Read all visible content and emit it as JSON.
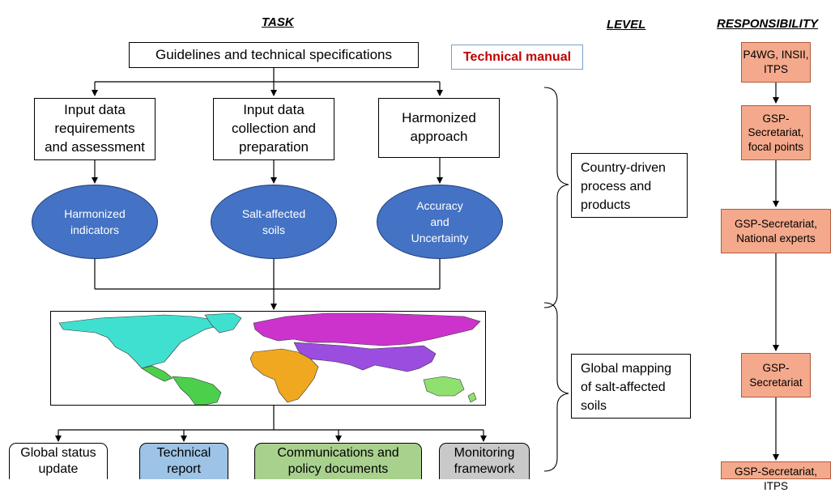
{
  "headers": {
    "task": "TASK",
    "level": "LEVEL",
    "responsibility": "RESPONSIBILITY"
  },
  "guidelines": "Guidelines and technical specifications",
  "technical_manual": {
    "label": "Technical manual",
    "color": "#c00000"
  },
  "inputs": [
    "Input data\nrequirements\nand assessment",
    "Input data\ncollection and\npreparation",
    "Harmonized\napproach"
  ],
  "ovals": [
    "Harmonized\nindicators",
    "Salt-affected\nsoils",
    "Accuracy\nand\nUncertainty"
  ],
  "levels": [
    "Country-driven\nprocess and\nproducts",
    "Global mapping\nof salt-affected\nsoils"
  ],
  "outputs": [
    {
      "label": "Global status\nupdate",
      "color": "#ffffff"
    },
    {
      "label": "Technical\nreport",
      "color": "#9dc3e6"
    },
    {
      "label": "Communications and\npolicy documents",
      "color": "#a9d18e"
    },
    {
      "label": "Monitoring\nframework",
      "color": "#c9c9c9"
    }
  ],
  "responsibility": [
    "P4WG, INSII,\nITPS",
    "GSP-\nSecretariat,\nfocal points",
    "GSP-Secretariat,\nNational experts",
    "GSP-\nSecretariat",
    "GSP-Secretariat,\nITPS"
  ],
  "map": {
    "icon": "world-map-icon",
    "region_colors": {
      "north_america": "#40e0d0",
      "south_america": "#4cd04c",
      "africa": "#f0a820",
      "eurasia": "#cc33cc",
      "middle_east_south_asia": "#9b4de0",
      "oceania": "#90e070"
    }
  },
  "colors": {
    "oval": "#4472c4",
    "responsibility": "#f4a98c"
  }
}
